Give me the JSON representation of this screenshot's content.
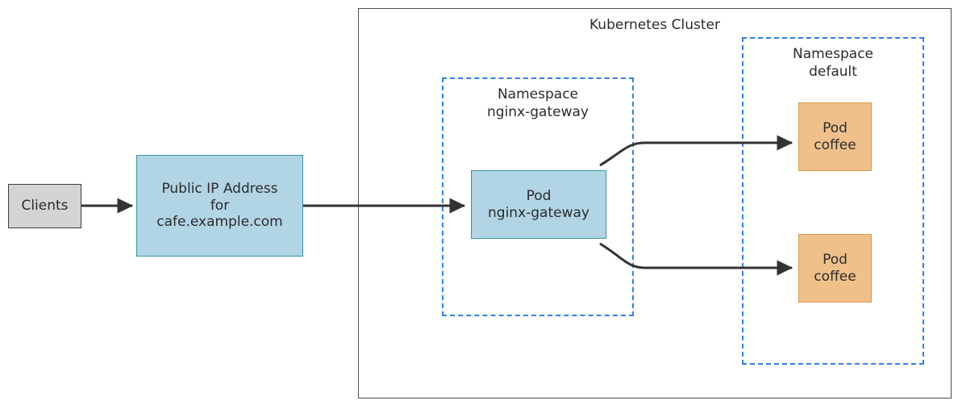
{
  "diagram": {
    "type": "architecture-diagram",
    "background_color": "#ffffff",
    "accent_dashed_color": "#2f80ed",
    "node_blue_fill": "#b1d5e5",
    "node_orange_fill": "#f0c08a",
    "node_grey_fill": "#d4d4d4",
    "edge_color": "#333333"
  },
  "cluster": {
    "title": "Kubernetes Cluster"
  },
  "namespaces": [
    {
      "id": "nginx-gateway",
      "title_line1": "Namespace",
      "title_line2": "nginx-gateway",
      "title": "Namespace\nnginx-gateway"
    },
    {
      "id": "default",
      "title_line1": "Namespace",
      "title_line2": "default",
      "title": "Namespace\ndefault"
    }
  ],
  "nodes": {
    "clients": {
      "label": "Clients"
    },
    "public_ip": {
      "label": "Public IP Address\nfor\ncafe.example.com",
      "line1": "Public IP Address",
      "line2": "for",
      "line3": "cafe.example.com"
    },
    "gateway_pod": {
      "label": "Pod\nnginx-gateway",
      "line1": "Pod",
      "line2": "nginx-gateway"
    },
    "coffee_pod_top": {
      "label": "Pod\ncoffee",
      "line1": "Pod",
      "line2": "coffee"
    },
    "coffee_pod_bottom": {
      "label": "Pod\ncoffee",
      "line1": "Pod",
      "line2": "coffee"
    }
  },
  "edges": [
    {
      "id": "clients-to-public-ip",
      "from": "clients",
      "to": "public_ip",
      "style": "straight-arrow"
    },
    {
      "id": "public-ip-to-gateway-pod",
      "from": "public_ip",
      "to": "gateway_pod",
      "style": "straight-arrow"
    },
    {
      "id": "gateway-to-coffee-top",
      "from": "gateway_pod",
      "to": "coffee_pod_top",
      "style": "curved-arrow"
    },
    {
      "id": "gateway-to-coffee-bottom",
      "from": "gateway_pod",
      "to": "coffee_pod_bottom",
      "style": "curved-arrow"
    }
  ]
}
